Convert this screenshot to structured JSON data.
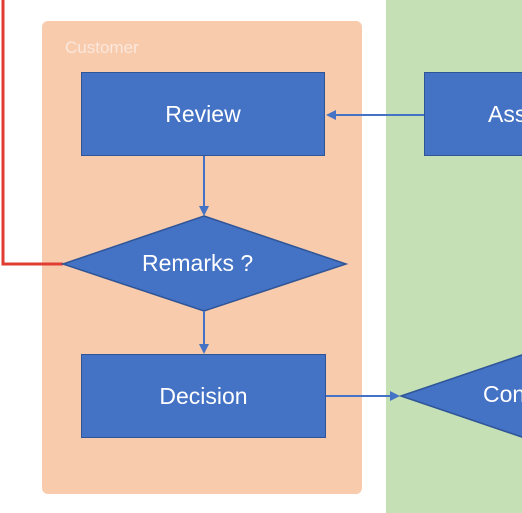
{
  "colors": {
    "customer_lane": "#f8cbad",
    "right_lane": "#c5e0b4",
    "node_fill": "#4472c4",
    "node_border": "#2f5597",
    "connector": "#4472c4",
    "external_link": "#e03c31"
  },
  "lanes": {
    "customer_label": "Customer"
  },
  "nodes": {
    "review": "Review",
    "remarks": "Remarks ?",
    "decision": "Decision",
    "ass_partial": "Ass",
    "con_partial": "Con"
  }
}
